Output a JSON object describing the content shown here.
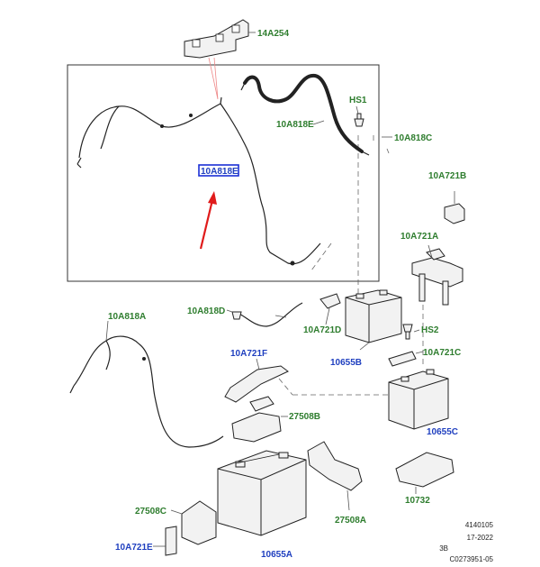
{
  "callouts": {
    "c14A254": "14A254",
    "cHS1": "HS1",
    "c10A818E": "10A818E",
    "c10A818C": "10A818C",
    "c10A818E_box": "10A818E",
    "c10A721B": "10A721B",
    "c10A721A": "10A721A",
    "c10A818D": "10A818D",
    "c10A721D": "10A721D",
    "c10A818A": "10A818A",
    "cHS2": "HS2",
    "c10A721C": "10A721C",
    "c10655B": "10655B",
    "c10A721F": "10A721F",
    "c27508B": "27508B",
    "c10655C": "10655C",
    "c10732": "10732",
    "c27508C": "27508C",
    "c27508A": "27508A",
    "c10A721E": "10A721E",
    "c10655A": "10655A"
  },
  "reference": {
    "line1": "4140105",
    "line2": "17-2022",
    "line3": "3B",
    "line4": "C0273951-05"
  },
  "colors": {
    "green_label": "#2e7d2e",
    "blue_label": "#1f3fbf",
    "highlight_box": "#1a2fd6",
    "arrow": "#e01b1b"
  }
}
